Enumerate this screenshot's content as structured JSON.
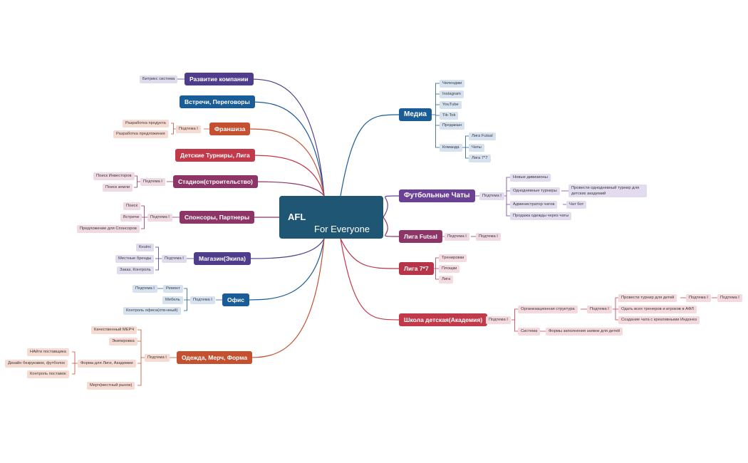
{
  "center": {
    "line1": "AFL",
    "line2": "For Everyone"
  },
  "colors": {
    "teal": "#1e5673",
    "purple": "#4f3d8c",
    "blue": "#1a5c96",
    "orange": "#c4502f",
    "red": "#c23a4a",
    "magenta": "#8c3566",
    "violet": "#6a4194",
    "crimson": "#b73548"
  },
  "left": {
    "razvitie": {
      "label": "Развитие компании",
      "children": [
        "Битрикс система"
      ]
    },
    "vstrechi": {
      "label": "Встречи, Переговоры"
    },
    "franshiza": {
      "label": "Франшиза",
      "sub": "Подтема I",
      "children": [
        "Разработка продукта",
        "Разработка предложения"
      ]
    },
    "detskie": {
      "label": "Детские Турниры, Лига"
    },
    "stadion": {
      "label": "Стадион(строительство)",
      "sub": "Подтема I",
      "children": [
        "Поиск Инвесторов",
        "Поиск земли"
      ]
    },
    "sponsory": {
      "label": "Спонсоры, Партнеры",
      "sub": "Подтема I",
      "children": [
        "Поиск",
        "Встречи",
        "Предложение для Спонсоров"
      ]
    },
    "magazin": {
      "label": "Магазин(Экипа)",
      "sub": "Подтема I",
      "children": [
        "Кнuinc",
        "Местные бренды",
        "Заказ, Контроль"
      ]
    },
    "ofis": {
      "label": "Офис",
      "sub": "Подтема I",
      "remont": "Ремонт",
      "remont_sub": "Подтема I",
      "children": [
        "Мебель",
        "Контроль офиса(отв-нный)"
      ]
    },
    "odezhda": {
      "label": "Одежда, Мерч, Форма",
      "sub": "Подтема I",
      "children": [
        "Качественный МЕРЧ",
        "Экипировка",
        "Форма для Лиги, Академии",
        "Мерч(местный рынок)"
      ],
      "forma_children": [
        "НАйти поставщика",
        "Дизайн безрукавок, футболок",
        "Контроль поставок"
      ]
    }
  },
  "right": {
    "media": {
      "label": "Медиа",
      "children": [
        "Челенджи",
        "Instagram",
        "YouTube",
        "Tik-Tok",
        "Продакшн",
        "Команда"
      ],
      "komanda_children": [
        "Лига Futsal",
        "Чаты",
        "Лига 7*7"
      ]
    },
    "chaty": {
      "label": "Футбольные Чаты",
      "sub": "Подтема I",
      "children": [
        "Новые дивизионы",
        "Однодневные турниры",
        "Администратор чатов",
        "Продажа одежды через чаты"
      ],
      "turniry_child": "Провести однодневный турнир для детских академий",
      "admin_child": "Чат бот"
    },
    "futsal": {
      "label": "Лига Futsal",
      "sub": "Подтема I",
      "sub2": "Подтема I"
    },
    "liga77": {
      "label": "Лига 7*7",
      "children": [
        "Тренировки",
        "Площки",
        "Лига"
      ]
    },
    "shkola": {
      "label": "Школа детская(Академия)",
      "sub": "Подтема I",
      "org": "Организационная структура",
      "org_sub": "Подтема I",
      "org_children": [
        "Провести турнир для детей",
        "Одать всех тренеров и игроков в АФЛ",
        "Создание чата с креативными Индонез"
      ],
      "turnir_sub": "Подтема I",
      "turnir_sub2": "Подтема I",
      "sistema": "Система",
      "sistema_child": "Формы заполнения заявок для детей"
    }
  }
}
